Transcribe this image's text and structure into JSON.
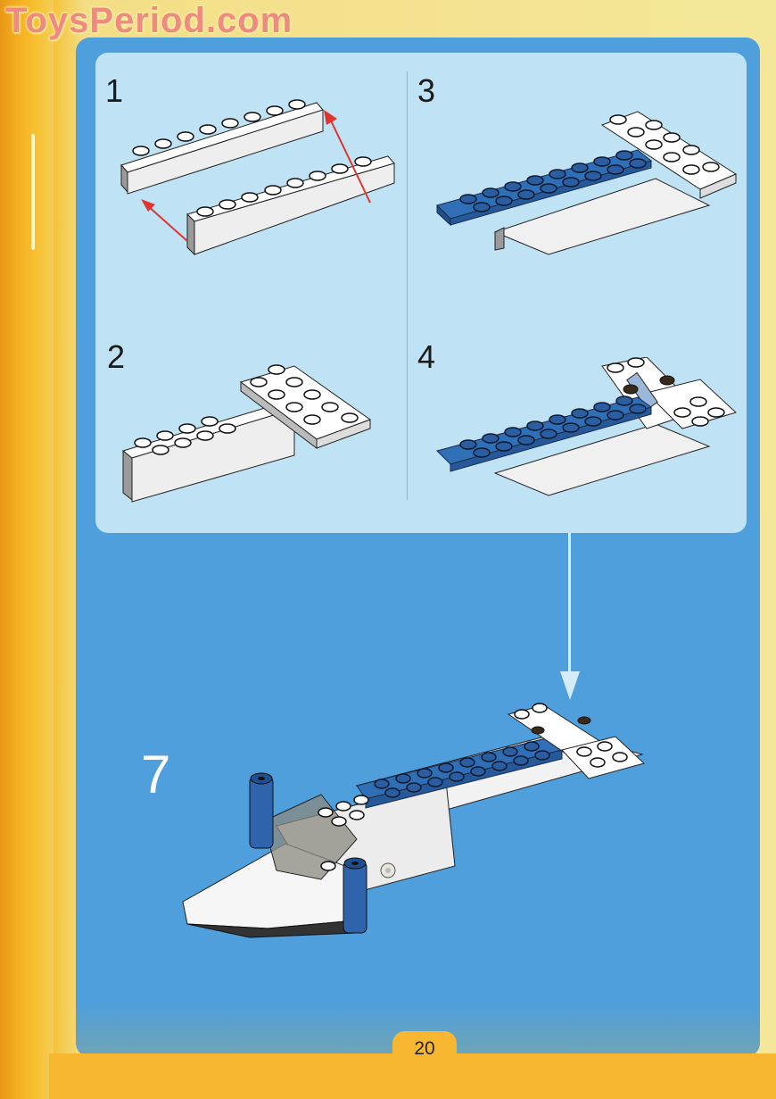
{
  "watermark": "ToysPeriod.com",
  "steps": [
    {
      "number": "1",
      "description": "Two white 1x8 bricks side by side, swapping positions (red arrows)"
    },
    {
      "number": "2",
      "description": "White 1x8 bricks with white 2x4 plate placed on top"
    },
    {
      "number": "3",
      "description": "Blue 2x8 plate attached over white bricks with white plate"
    },
    {
      "number": "4",
      "description": "White tile and hinge plates attached to tail end"
    },
    {
      "number": "7",
      "description": "Assembled white and blue shuttle with transparent cockpit and blue engines"
    }
  ],
  "page": {
    "number": "20"
  },
  "colors": {
    "page_yellow": "#f4e79a",
    "spine_orange": "#f2a81c",
    "panel_blue": "#4f9fdc",
    "subpanel_light_blue": "#bfe3f4",
    "brick_blue": "#2f5fa8",
    "brick_white": "#f4f6f6",
    "arrow_red": "#e0342e",
    "watermark_pink": "#f08a80"
  }
}
